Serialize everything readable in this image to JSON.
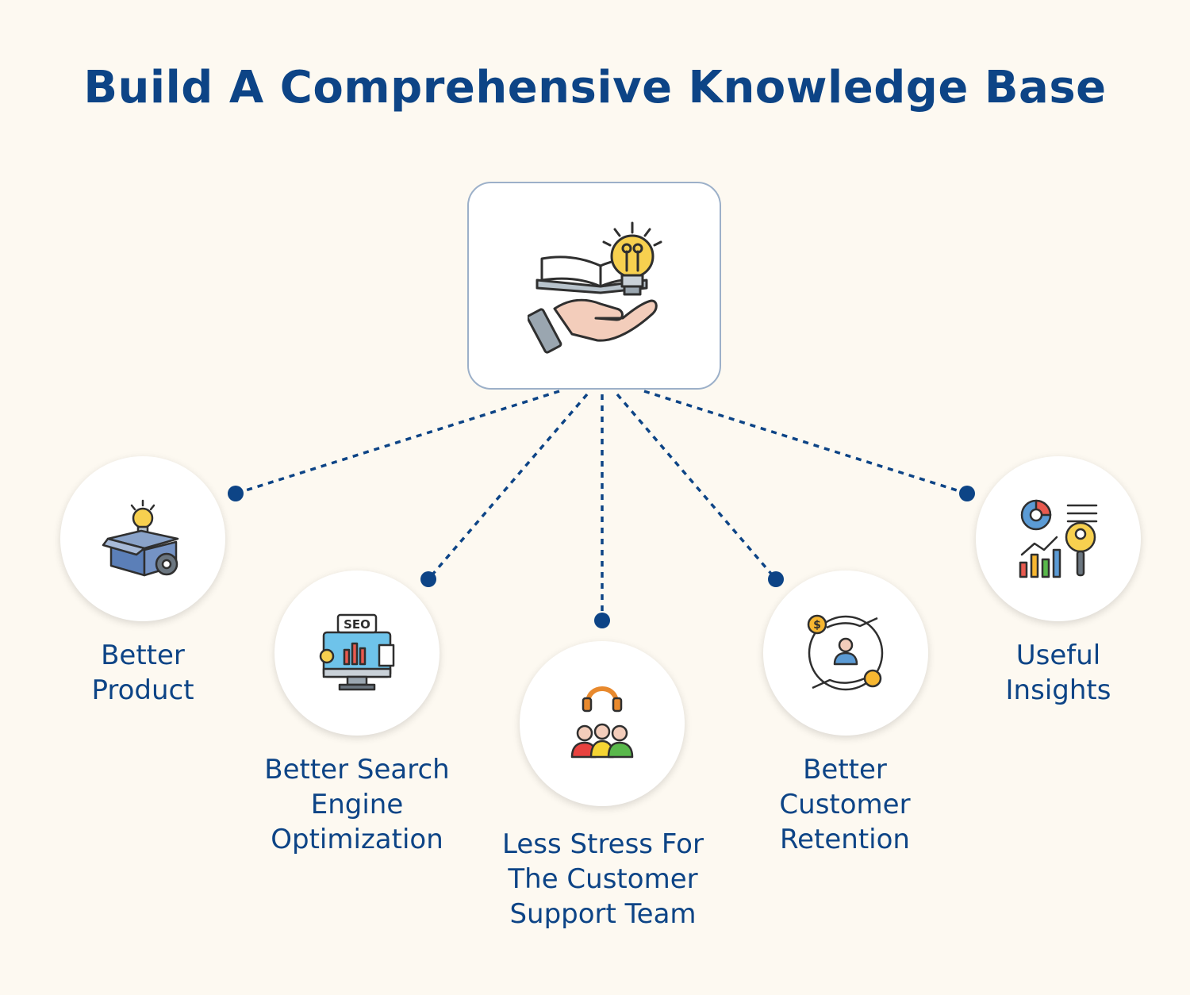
{
  "title": "Build A Comprehensive Knowledge Base",
  "colors": {
    "accent": "#0d4486",
    "background": "#fdf9f1",
    "connector": "#0d4486"
  },
  "hub": {
    "icon": "book-lightbulb-hand-icon"
  },
  "nodes": [
    {
      "icon": "box-lightbulb-gear-icon",
      "label_lines": [
        "Better",
        "Product"
      ]
    },
    {
      "icon": "seo-monitor-icon",
      "label_lines": [
        "Better Search",
        "Engine",
        "Optimization"
      ]
    },
    {
      "icon": "support-team-headset-icon",
      "label_lines": [
        "Less Stress For",
        "The Customer",
        "Support Team"
      ]
    },
    {
      "icon": "customer-retention-hands-icon",
      "label_lines": [
        "Better",
        "Customer",
        "Retention"
      ]
    },
    {
      "icon": "analytics-insights-icon",
      "label_lines": [
        "Useful",
        "Insights"
      ]
    }
  ]
}
